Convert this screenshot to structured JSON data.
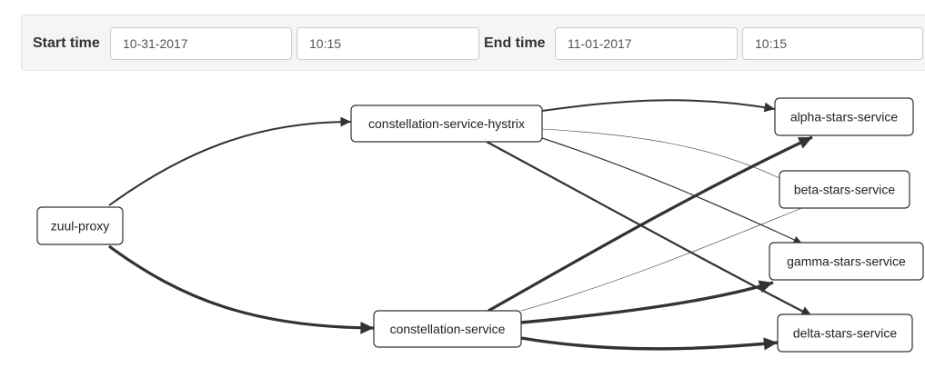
{
  "filters": {
    "start_label": "Start time",
    "start_date": "10-31-2017",
    "start_time": "10:15",
    "end_label": "End time",
    "end_date": "11-01-2017",
    "end_time": "10:15"
  },
  "graph": {
    "nodes": [
      {
        "id": "zuul",
        "label": "zuul-proxy"
      },
      {
        "id": "csh",
        "label": "constellation-service-hystrix"
      },
      {
        "id": "cs",
        "label": "constellation-service"
      },
      {
        "id": "alpha",
        "label": "alpha-stars-service"
      },
      {
        "id": "beta",
        "label": "beta-stars-service"
      },
      {
        "id": "gamma",
        "label": "gamma-stars-service"
      },
      {
        "id": "delta",
        "label": "delta-stars-service"
      }
    ],
    "edges": [
      {
        "from": "zuul",
        "to": "csh"
      },
      {
        "from": "zuul",
        "to": "cs"
      },
      {
        "from": "csh",
        "to": "alpha"
      },
      {
        "from": "csh",
        "to": "beta"
      },
      {
        "from": "csh",
        "to": "gamma"
      },
      {
        "from": "csh",
        "to": "delta"
      },
      {
        "from": "cs",
        "to": "alpha"
      },
      {
        "from": "cs",
        "to": "beta"
      },
      {
        "from": "cs",
        "to": "gamma"
      },
      {
        "from": "cs",
        "to": "delta"
      }
    ]
  }
}
